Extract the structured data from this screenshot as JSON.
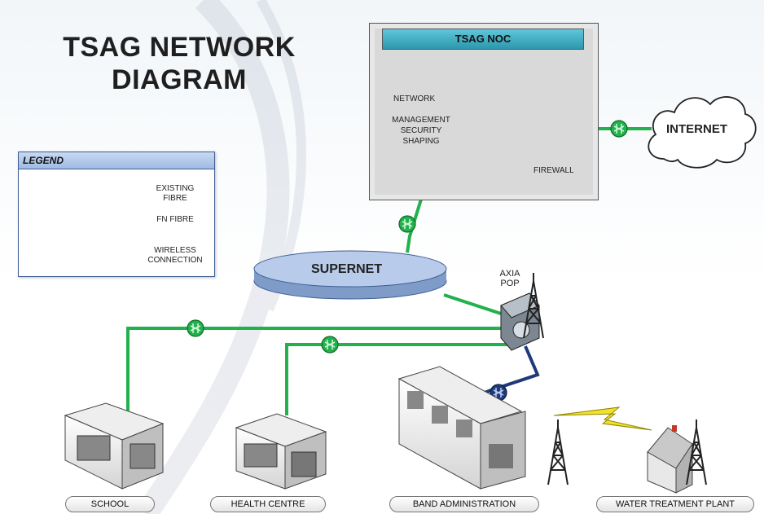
{
  "diagram": {
    "title_line1": "TSAG NETWORK",
    "title_line2": "DIAGRAM",
    "noc_title": "TSAG NOC",
    "noc_labels": [
      "NETWORK",
      "MANAGEMENT",
      "SECURITY",
      "SHAPING"
    ],
    "firewall_label": "FIREWALL",
    "internet_label": "INTERNET",
    "supernet_label": "SUPERNET",
    "pop_label_line1": "AXIA",
    "pop_label_line2": "POP",
    "sites": [
      "SCHOOL",
      "HEALTH CENTRE",
      "BAND ADMINISTRATION",
      "WATER TREATMENT PLANT"
    ]
  },
  "legend": {
    "title": "LEGEND",
    "items": [
      {
        "line1": "EXISTING",
        "line2": "FIBRE",
        "color": "#22b14c"
      },
      {
        "line1": "FN FIBRE",
        "line2": "",
        "color": "#1f3a7a"
      },
      {
        "line1": "WIRELESS",
        "line2": "CONNECTION",
        "color": "#f2e12a"
      }
    ]
  },
  "colors": {
    "existing_fibre": "#22b14c",
    "fn_fibre": "#1f3a7a",
    "wireless": "#f2e12a",
    "firewall": "#f07a1f",
    "supernet": "#a9bfe2"
  }
}
